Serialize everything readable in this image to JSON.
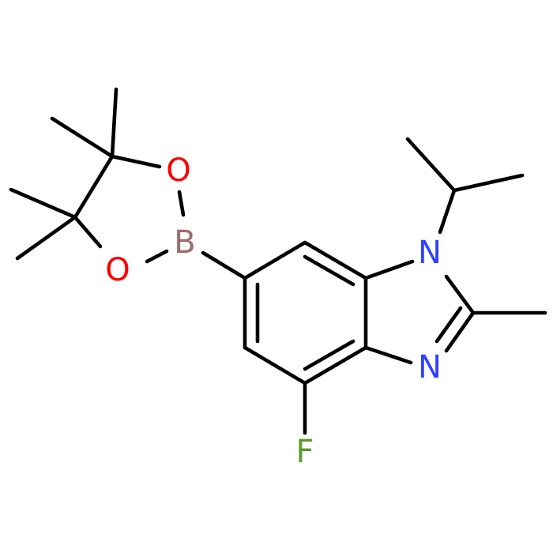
{
  "molecule": {
    "atoms": {
      "boron": {
        "label": "B",
        "color": "#9E6B6B"
      },
      "oxygen_top": {
        "label": "O",
        "color": "#FF0000"
      },
      "oxygen_bottom": {
        "label": "O",
        "color": "#FF0000"
      },
      "nitrogen_1": {
        "label": "N",
        "color": "#2F40FF"
      },
      "nitrogen_3": {
        "label": "N",
        "color": "#2F40FF"
      },
      "fluorine": {
        "label": "F",
        "color": "#5A9A2F"
      }
    },
    "bond_color": "#000000"
  }
}
